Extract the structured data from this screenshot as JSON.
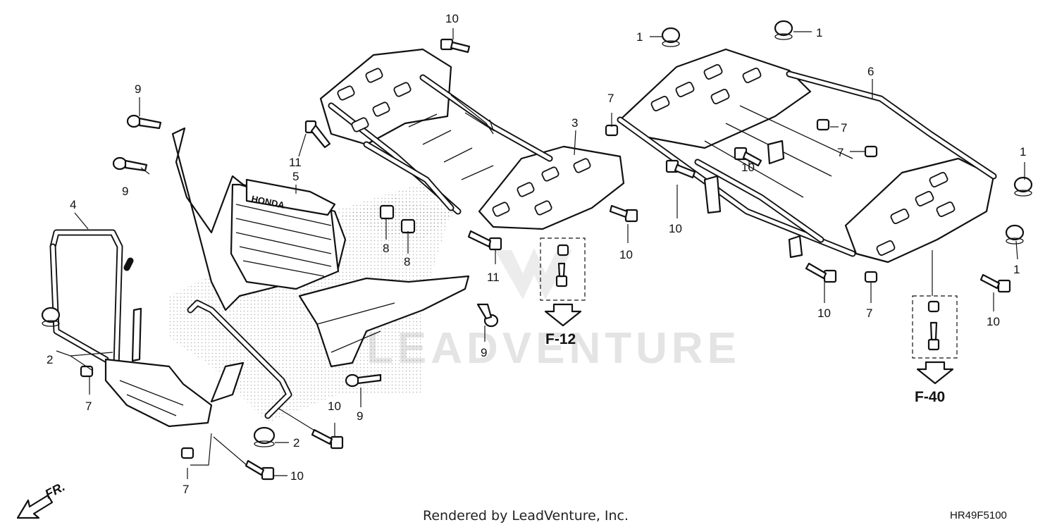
{
  "diagram": {
    "watermark": "LEADVENTURE",
    "footer": "Rendered by LeadVenture, Inc.",
    "diagram_code": "HR49F5100",
    "front_indicator": "FR.",
    "references": [
      "F-12",
      "F-40"
    ],
    "callouts": [
      {
        "id": "c10a",
        "text": "10"
      },
      {
        "id": "c1a",
        "text": "1"
      },
      {
        "id": "c1b",
        "text": "1"
      },
      {
        "id": "c6",
        "text": "6"
      },
      {
        "id": "c9a",
        "text": "9"
      },
      {
        "id": "c9b",
        "text": "9"
      },
      {
        "id": "c3",
        "text": "3"
      },
      {
        "id": "c7a",
        "text": "7"
      },
      {
        "id": "c7b",
        "text": "7"
      },
      {
        "id": "c7c",
        "text": "7"
      },
      {
        "id": "c11a",
        "text": "11"
      },
      {
        "id": "c5",
        "text": "5"
      },
      {
        "id": "c10b",
        "text": "10"
      },
      {
        "id": "c1c",
        "text": "1"
      },
      {
        "id": "c4",
        "text": "4"
      },
      {
        "id": "c8a",
        "text": "8"
      },
      {
        "id": "c8b",
        "text": "8"
      },
      {
        "id": "c10c",
        "text": "10"
      },
      {
        "id": "c10d",
        "text": "10"
      },
      {
        "id": "c11b",
        "text": "11"
      },
      {
        "id": "c1d",
        "text": "1"
      },
      {
        "id": "c9c",
        "text": "9"
      },
      {
        "id": "c10e",
        "text": "10"
      },
      {
        "id": "c7d",
        "text": "7"
      },
      {
        "id": "c10f",
        "text": "10"
      },
      {
        "id": "c2a",
        "text": "2"
      },
      {
        "id": "c7e",
        "text": "7"
      },
      {
        "id": "c9d",
        "text": "9"
      },
      {
        "id": "c10g",
        "text": "10"
      },
      {
        "id": "c2b",
        "text": "2"
      },
      {
        "id": "c10h",
        "text": "10"
      },
      {
        "id": "c7f",
        "text": "7"
      }
    ]
  }
}
